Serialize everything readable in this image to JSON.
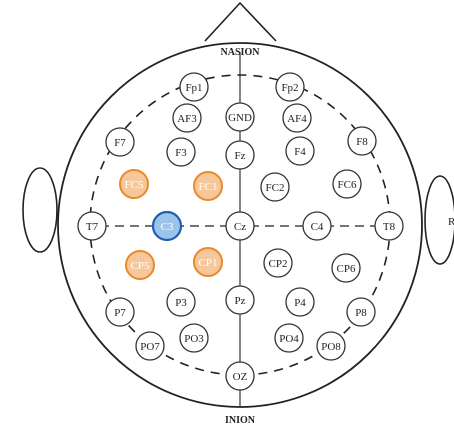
{
  "landmarks": {
    "nasion": "NASION",
    "inion": "INION",
    "right_ear": "R"
  },
  "colors": {
    "outline": "#222222",
    "normal_fill": "#ffffff",
    "normal_stroke": "#333333",
    "highlight_fill": "#f6c79a",
    "highlight_stroke": "#e8892b",
    "highlight_text": "#ffffff",
    "selected_fill": "#9cc4ea",
    "selected_stroke": "#1f5fb3",
    "selected_text": "#ffffff"
  },
  "electrodes": [
    {
      "label": "Fp1",
      "state": "normal"
    },
    {
      "label": "Fp2",
      "state": "normal"
    },
    {
      "label": "AF3",
      "state": "normal"
    },
    {
      "label": "GND",
      "state": "normal"
    },
    {
      "label": "AF4",
      "state": "normal"
    },
    {
      "label": "F7",
      "state": "normal"
    },
    {
      "label": "F3",
      "state": "normal"
    },
    {
      "label": "Fz",
      "state": "normal"
    },
    {
      "label": "F4",
      "state": "normal"
    },
    {
      "label": "F8",
      "state": "normal"
    },
    {
      "label": "FC5",
      "state": "highlighted"
    },
    {
      "label": "FC1",
      "state": "highlighted"
    },
    {
      "label": "FC2",
      "state": "normal"
    },
    {
      "label": "FC6",
      "state": "normal"
    },
    {
      "label": "T7",
      "state": "normal"
    },
    {
      "label": "C3",
      "state": "selected"
    },
    {
      "label": "Cz",
      "state": "normal"
    },
    {
      "label": "C4",
      "state": "normal"
    },
    {
      "label": "T8",
      "state": "normal"
    },
    {
      "label": "CP5",
      "state": "highlighted"
    },
    {
      "label": "CP1",
      "state": "highlighted"
    },
    {
      "label": "CP2",
      "state": "normal"
    },
    {
      "label": "CP6",
      "state": "normal"
    },
    {
      "label": "P7",
      "state": "normal"
    },
    {
      "label": "P3",
      "state": "normal"
    },
    {
      "label": "Pz",
      "state": "normal"
    },
    {
      "label": "P4",
      "state": "normal"
    },
    {
      "label": "P8",
      "state": "normal"
    },
    {
      "label": "PO7",
      "state": "normal"
    },
    {
      "label": "PO3",
      "state": "normal"
    },
    {
      "label": "PO4",
      "state": "normal"
    },
    {
      "label": "PO8",
      "state": "normal"
    },
    {
      "label": "OZ",
      "state": "normal"
    }
  ]
}
